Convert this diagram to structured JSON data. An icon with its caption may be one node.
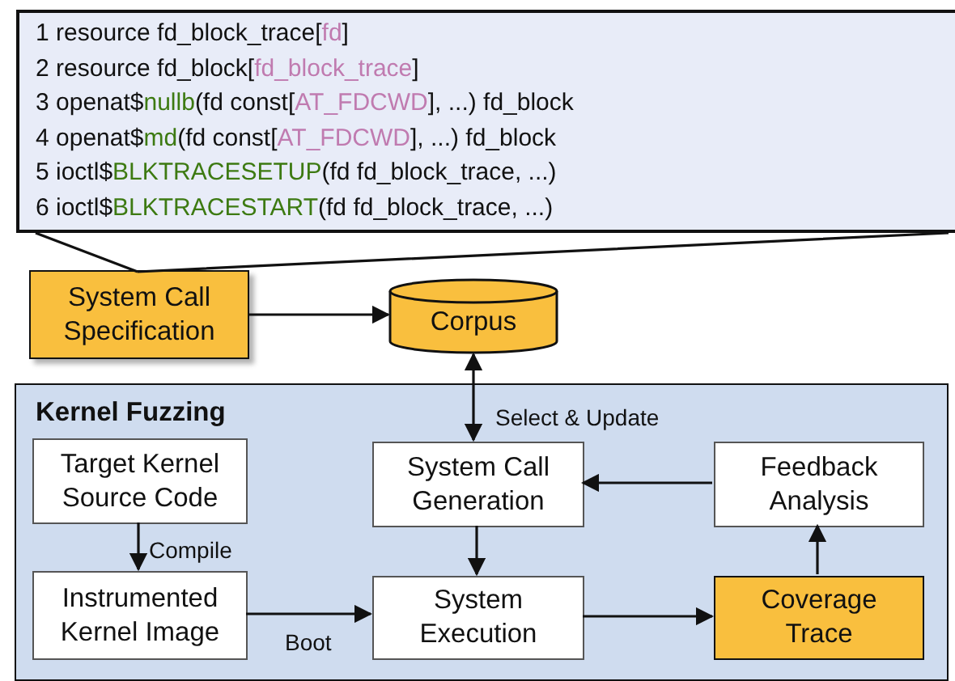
{
  "diagram": {
    "nodes": [
      {
        "text": [
          "1 resource fd_block_trace[fd]",
          "2 resource fd_block[fd_block_trace]",
          "3 openat$nullb(fd const[AT_FDCWD], ...) fd_block",
          "4 openat$md(fd const[AT_FDCWD], ...) fd_block",
          "5 ioctl$BLKTRACESETUP(fd fd_block_trace, ...)",
          "6 ioctl$BLKTRACESTART(fd fd_block_trace, ...)"
        ]
      },
      {
        "text": [
          "System Call Specification"
        ]
      },
      {
        "text": [
          "Corpus"
        ]
      },
      {
        "text": [
          "Kernel Fuzzing"
        ]
      },
      {
        "text": [
          "Target Kernel Source Code"
        ],
        "in": 3
      },
      {
        "text": [
          "System Call Generation"
        ],
        "in": 3
      },
      {
        "text": [
          "Feedback Analysis"
        ],
        "in": 3
      },
      {
        "text": [
          "Instrumented Kernel Image"
        ],
        "in": 3
      },
      {
        "text": [
          "System Execution"
        ],
        "in": 3
      },
      {
        "text": [
          "Coverage Trace"
        ],
        "in": 3
      }
    ],
    "edges": [
      {
        "from": 0,
        "to": 1,
        "arrow": "none"
      },
      {
        "from": 1,
        "to": 2,
        "arrow": "to"
      },
      {
        "from": 2,
        "to": 5,
        "arrow": "both",
        "label": "Select & Update"
      },
      {
        "from": 6,
        "to": 5,
        "arrow": "to"
      },
      {
        "from": 5,
        "to": 8,
        "arrow": "to"
      },
      {
        "from": 4,
        "to": 7,
        "arrow": "to",
        "label": "Compile"
      },
      {
        "from": 7,
        "to": 8,
        "arrow": "to",
        "label": "Boot"
      },
      {
        "from": 8,
        "to": 9,
        "arrow": "to"
      },
      {
        "from": 9,
        "to": 6,
        "arrow": "to"
      }
    ]
  }
}
